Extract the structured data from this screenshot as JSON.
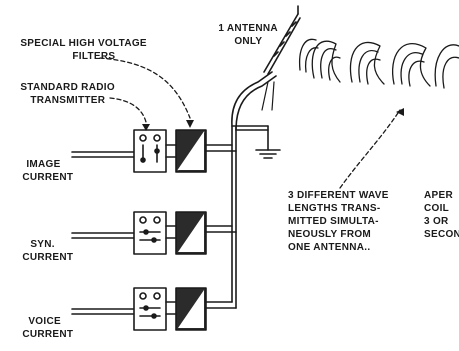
{
  "labels": {
    "special_filters_line1": "SPECIAL HIGH VOLTAGE",
    "special_filters_line2": "FILTERS",
    "standard_transmitter_line1": "STANDARD RADIO",
    "standard_transmitter_line2": "TRANSMITTER",
    "antenna_line1": "1 ANTENNA",
    "antenna_line2": "ONLY",
    "image_current_line1": "IMAGE",
    "image_current_line2": "CURRENT",
    "syn_current_line1": "SYN.",
    "syn_current_line2": "CURRENT",
    "voice_current_line1": "VOICE",
    "voice_current_line2": "CURRENT",
    "wave_note_line1": "3 DIFFERENT WAVE",
    "wave_note_line2": "LENGTHS TRANS-",
    "wave_note_line3": "MITTED SIMULTA-",
    "wave_note_line4": "NEOUSLY FROM",
    "wave_note_line5": "ONE ANTENNA..",
    "cutoff_line1": "APER",
    "cutoff_line2": "COIL",
    "cutoff_line3": "3 OR",
    "cutoff_line4": "SECON"
  },
  "colors": {
    "ink": "#1a1a1a",
    "filter_fill": "#2b2b2b",
    "background": "#ffffff"
  },
  "transmitter_count": 3,
  "icons": [
    "antenna-icon",
    "ground-icon",
    "radio-wave-icon",
    "transmitter-icon",
    "filter-icon"
  ]
}
